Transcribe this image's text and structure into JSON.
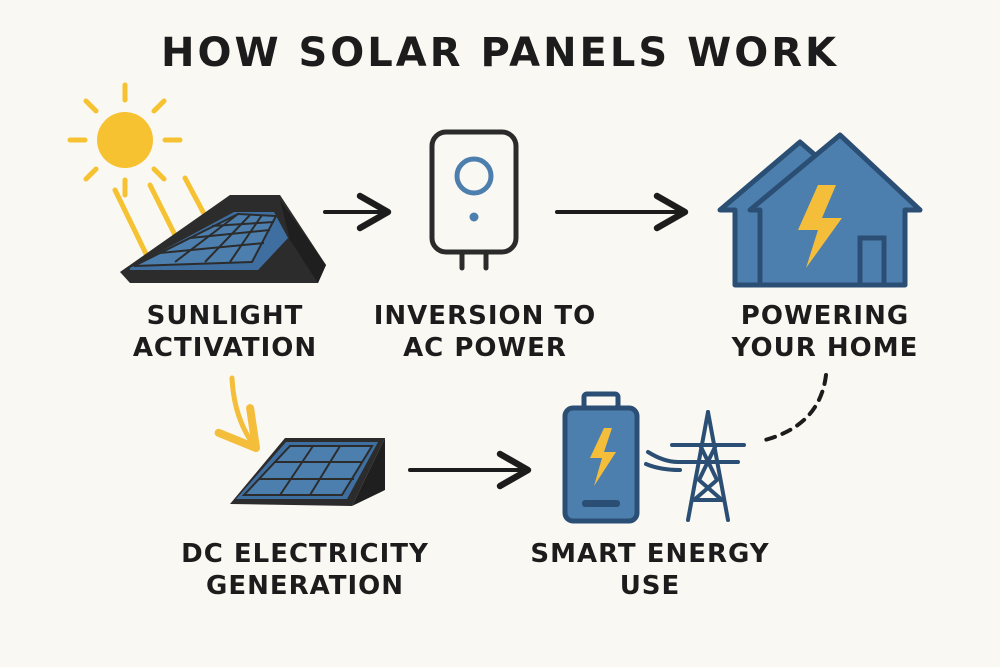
{
  "title": "HOW SOLAR PANELS WORK",
  "steps": [
    {
      "id": "sunlight",
      "line1": "SUNLIGHT",
      "line2": "ACTIVATION",
      "icon": "sun-and-roof-panel"
    },
    {
      "id": "inversion",
      "line1": "INVERSION TO",
      "line2": "AC POWER",
      "icon": "inverter"
    },
    {
      "id": "powering",
      "line1": "POWERING",
      "line2": "YOUR HOME",
      "icon": "house-with-lightning"
    },
    {
      "id": "dc",
      "line1": "DC ELECTRICITY",
      "line2": "GENERATION",
      "icon": "solar-panel"
    },
    {
      "id": "smart",
      "line1": "SMART ENERGY",
      "line2": "USE",
      "icon": "battery-and-power-tower"
    }
  ],
  "colors": {
    "background": "#faf8f2",
    "text": "#1c1c1c",
    "outline": "#2b2b2b",
    "blue": "#4d7fae",
    "panel_blue": "#3f6fa0",
    "yellow": "#f4bd3a",
    "sun": "#f6c232"
  }
}
